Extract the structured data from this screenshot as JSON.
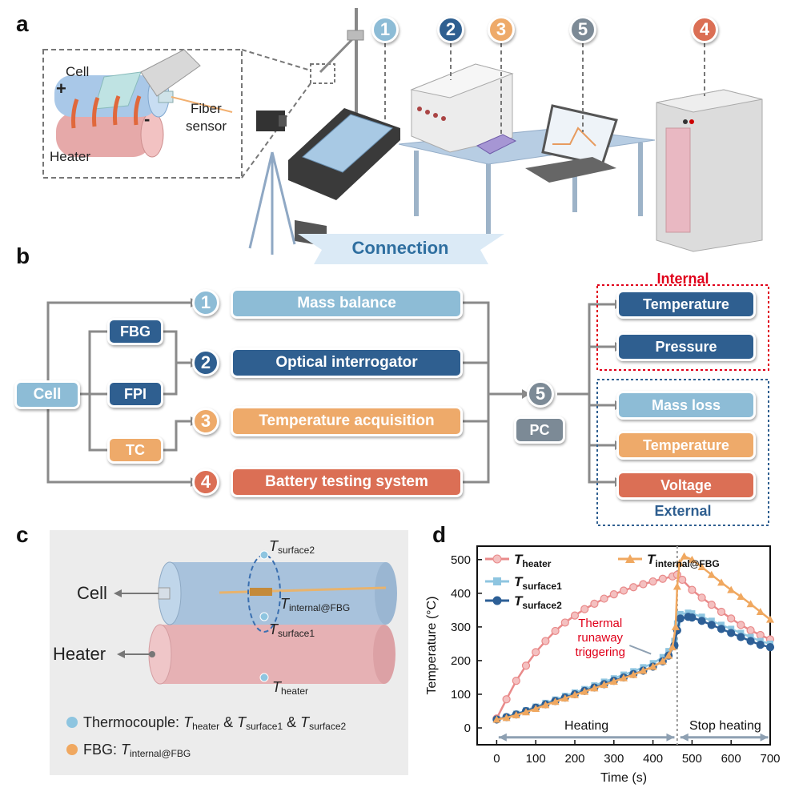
{
  "panels": {
    "a": "a",
    "b": "b",
    "c": "c",
    "d": "d"
  },
  "colors": {
    "light_blue": "#8dbcd6",
    "dark_blue": "#2f5f90",
    "orange": "#eeaa6a",
    "red_orange": "#db6f55",
    "gray": "#7c8a96",
    "heater_pink": "#e99b9b",
    "internal_red": "#e0001a",
    "external_blue": "#2f5f90"
  },
  "panel_a": {
    "cell_label": "Cell",
    "plus": "+",
    "minus": "-",
    "heater_label": "Heater",
    "fiber_label_1": "Fiber",
    "fiber_label_2": "sensor",
    "badges": [
      "1",
      "2",
      "3",
      "5",
      "4"
    ],
    "connection": "Connection"
  },
  "panel_b": {
    "cell": "Cell",
    "fbg": "FBG",
    "fpi": "FPI",
    "tc": "TC",
    "badge1": "1",
    "badge2": "2",
    "badge3": "3",
    "badge4": "4",
    "badge5": "5",
    "mass_balance": "Mass balance",
    "optical_interrogator": "Optical interrogator",
    "temperature_acquisition": "Temperature acquisition",
    "battery_testing": "Battery testing system",
    "pc": "PC",
    "internal_title": "Internal",
    "internal_temperature": "Temperature",
    "internal_pressure": "Pressure",
    "external_mass_loss": "Mass loss",
    "external_temperature": "Temperature",
    "external_voltage": "Voltage",
    "external_title": "External"
  },
  "panel_c": {
    "cell_label": "Cell",
    "heater_label": "Heater",
    "t": "T",
    "surface2_sub": "surface2",
    "internal_sub": "internal@FBG",
    "surface1_sub": "surface1",
    "heater_sub": "heater",
    "legend_tc_prefix": "Thermocouple: ",
    "amp": " & ",
    "legend_fbg_prefix": "FBG: "
  },
  "chart_data": {
    "type": "line",
    "xlabel": "Time (s)",
    "ylabel": "Temperature (°C)",
    "xlim": [
      -50,
      700
    ],
    "ylim": [
      -50,
      540
    ],
    "xticks": [
      0,
      100,
      200,
      300,
      400,
      500,
      600,
      700
    ],
    "yticks": [
      0,
      100,
      200,
      300,
      400,
      500
    ],
    "annotation": [
      "Thermal",
      "runaway",
      "triggering"
    ],
    "heating_label": "Heating",
    "stop_label": "Stop heating",
    "trigger_time": 462,
    "series": [
      {
        "name": "T_heater",
        "label_main": "T",
        "label_sub": "heater",
        "color": "#e98a8a",
        "marker": "circle",
        "points": [
          [
            0,
            28
          ],
          [
            25,
            85
          ],
          [
            50,
            140
          ],
          [
            75,
            185
          ],
          [
            100,
            225
          ],
          [
            125,
            258
          ],
          [
            150,
            288
          ],
          [
            175,
            313
          ],
          [
            200,
            334
          ],
          [
            225,
            353
          ],
          [
            250,
            369
          ],
          [
            275,
            384
          ],
          [
            300,
            397
          ],
          [
            325,
            408
          ],
          [
            350,
            418
          ],
          [
            375,
            427
          ],
          [
            400,
            435
          ],
          [
            425,
            443
          ],
          [
            450,
            450
          ],
          [
            462,
            455
          ],
          [
            475,
            440
          ],
          [
            500,
            410
          ],
          [
            525,
            387
          ],
          [
            550,
            366
          ],
          [
            575,
            345
          ],
          [
            600,
            325
          ],
          [
            625,
            306
          ],
          [
            650,
            290
          ],
          [
            675,
            276
          ],
          [
            700,
            263
          ]
        ]
      },
      {
        "name": "T_surface1",
        "label_main": "T",
        "label_sub": "surface1",
        "color": "#8ec5e0",
        "marker": "square",
        "points": [
          [
            0,
            25
          ],
          [
            25,
            33
          ],
          [
            50,
            42
          ],
          [
            75,
            52
          ],
          [
            100,
            63
          ],
          [
            125,
            74
          ],
          [
            150,
            84
          ],
          [
            175,
            95
          ],
          [
            200,
            105
          ],
          [
            225,
            115
          ],
          [
            250,
            126
          ],
          [
            275,
            137
          ],
          [
            300,
            147
          ],
          [
            325,
            158
          ],
          [
            350,
            168
          ],
          [
            375,
            180
          ],
          [
            400,
            192
          ],
          [
            425,
            210
          ],
          [
            440,
            228
          ],
          [
            455,
            258
          ],
          [
            462,
            310
          ],
          [
            470,
            338
          ],
          [
            490,
            342
          ],
          [
            500,
            340
          ],
          [
            525,
            330
          ],
          [
            550,
            318
          ],
          [
            575,
            306
          ],
          [
            600,
            294
          ],
          [
            625,
            282
          ],
          [
            650,
            270
          ],
          [
            675,
            258
          ],
          [
            700,
            250
          ]
        ]
      },
      {
        "name": "T_surface2",
        "label_main": "T",
        "label_sub": "surface2",
        "color": "#2d5f96",
        "marker": "circle",
        "points": [
          [
            0,
            25
          ],
          [
            25,
            32
          ],
          [
            50,
            40
          ],
          [
            75,
            50
          ],
          [
            100,
            60
          ],
          [
            125,
            70
          ],
          [
            150,
            80
          ],
          [
            175,
            90
          ],
          [
            200,
            100
          ],
          [
            225,
            110
          ],
          [
            250,
            120
          ],
          [
            275,
            130
          ],
          [
            300,
            140
          ],
          [
            325,
            150
          ],
          [
            350,
            160
          ],
          [
            375,
            170
          ],
          [
            400,
            182
          ],
          [
            425,
            198
          ],
          [
            440,
            215
          ],
          [
            455,
            245
          ],
          [
            462,
            290
          ],
          [
            470,
            325
          ],
          [
            490,
            330
          ],
          [
            500,
            328
          ],
          [
            525,
            318
          ],
          [
            550,
            306
          ],
          [
            575,
            294
          ],
          [
            600,
            282
          ],
          [
            625,
            270
          ],
          [
            650,
            258
          ],
          [
            675,
            247
          ],
          [
            700,
            240
          ]
        ]
      },
      {
        "name": "T_internal@FBG",
        "label_main": "T",
        "label_sub": "internal@FBG",
        "color": "#f0a860",
        "marker": "triangle",
        "points": [
          [
            0,
            25
          ],
          [
            25,
            30
          ],
          [
            50,
            38
          ],
          [
            75,
            47
          ],
          [
            100,
            57
          ],
          [
            125,
            68
          ],
          [
            150,
            78
          ],
          [
            175,
            88
          ],
          [
            200,
            98
          ],
          [
            225,
            108
          ],
          [
            250,
            118
          ],
          [
            275,
            128
          ],
          [
            300,
            138
          ],
          [
            325,
            148
          ],
          [
            350,
            158
          ],
          [
            375,
            170
          ],
          [
            400,
            182
          ],
          [
            425,
            198
          ],
          [
            440,
            215
          ],
          [
            450,
            240
          ],
          [
            458,
            300
          ],
          [
            462,
            420
          ],
          [
            468,
            490
          ],
          [
            480,
            510
          ],
          [
            500,
            500
          ],
          [
            525,
            478
          ],
          [
            550,
            455
          ],
          [
            575,
            432
          ],
          [
            600,
            410
          ],
          [
            625,
            390
          ],
          [
            650,
            368
          ],
          [
            675,
            345
          ],
          [
            700,
            322
          ]
        ]
      }
    ]
  }
}
